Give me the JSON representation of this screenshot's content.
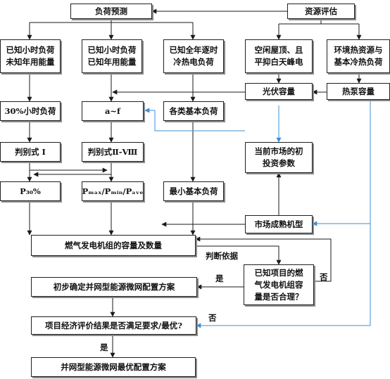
{
  "nodes": {
    "load_forecast": "负荷预测",
    "resource_eval": "资源评估",
    "known_hourly_unknown_annual": "已知小时负荷\n未知年用能量",
    "known_hourly_known_annual": "已知小时负荷\n已知年用能量",
    "known_annual_cooling_heat": "已知全年逐时\n冷热电负荷",
    "idle_roof": "空闲屋顶、且\n平抑白天峰电",
    "env_heat_resource": "环境热资源与\n基本冷热负荷",
    "pv_capacity": "光伏容量",
    "heat_pump_capacity": "热泵容量",
    "hourly_load_30pct": "30%小时负荷",
    "alpha_f": "a~f",
    "basic_loads": "各类基本负荷",
    "initial_investment": "当前市场的初\n投资参数",
    "criterion_1": "判别式 I",
    "criterion_2_8": "判别式Ⅱ-Ⅷ",
    "p_30pct": "P₃₀%",
    "p_ratio": "Pₘₐₓ/Pₘᵢₙ/Pₐᵥₑ",
    "min_basic_load": "最小基本负荷",
    "market_maturity": "市场成熟机型",
    "gas_generator": "燃气发电机组的容量及数量",
    "initial_config": "初步确定并网型能源微网配置方案",
    "capacity_reasonable": "已知项目的燃\n气发电机组容\n量是否合理？",
    "economic_eval": "项目经济评价结果是否满足要求/最优?",
    "optimal_config": "并网型能源微网最优配置方案"
  },
  "labels": {
    "judgement_basis": "判断依据",
    "yes_1": "是",
    "no_1": "否",
    "no_2": "否",
    "yes_2": "是"
  }
}
